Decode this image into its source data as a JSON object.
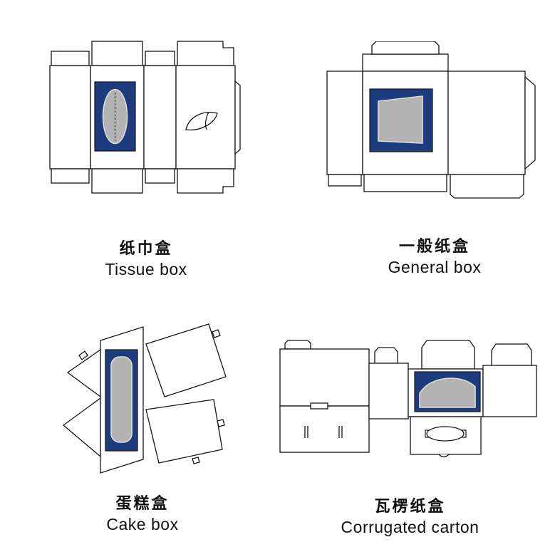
{
  "page": {
    "background": "#ffffff"
  },
  "colors": {
    "background": "#ffffff",
    "blue": "#1d3c7e",
    "gray": "#b3b3b3",
    "outline": "#151515"
  },
  "figures": [
    {
      "id": "tissue-box",
      "label_zh": "纸巾盒",
      "label_en": "Tissue box"
    },
    {
      "id": "general-box",
      "label_zh": "一般纸盒",
      "label_en": "General box"
    },
    {
      "id": "cake-box",
      "label_zh": "蛋糕盒",
      "label_en": "Cake box"
    },
    {
      "id": "corrugated-carton",
      "label_zh": "瓦楞纸盒",
      "label_en": "Corrugated carton"
    }
  ]
}
